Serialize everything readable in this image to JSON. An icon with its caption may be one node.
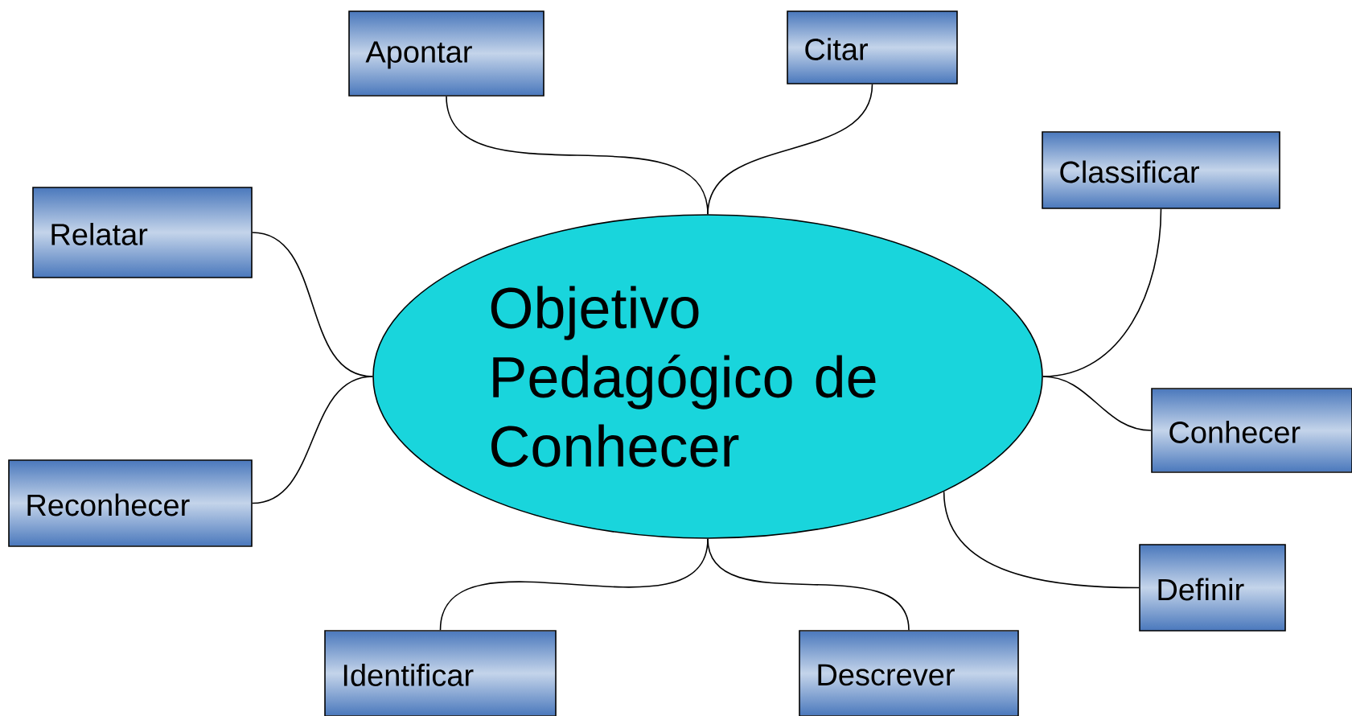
{
  "diagram": {
    "nodes": [
      {
        "text": [
          "Apontar"
        ]
      },
      {
        "text": [
          "Citar"
        ]
      },
      {
        "text": [
          "Classificar"
        ]
      },
      {
        "text": [
          "Relatar"
        ]
      },
      {
        "text": [
          "Objetivo Pedagógico de Conhecer"
        ]
      },
      {
        "text": [
          "Conhecer"
        ]
      },
      {
        "text": [
          "Reconhecer"
        ]
      },
      {
        "text": [
          "Definir"
        ]
      },
      {
        "text": [
          "Identificar"
        ]
      },
      {
        "text": [
          "Descrever"
        ]
      }
    ],
    "edges": [
      {
        "from": 4,
        "to": 0,
        "arrow": "none"
      },
      {
        "from": 4,
        "to": 1,
        "arrow": "none"
      },
      {
        "from": 4,
        "to": 2,
        "arrow": "none"
      },
      {
        "from": 4,
        "to": 3,
        "arrow": "none"
      },
      {
        "from": 4,
        "to": 5,
        "arrow": "none"
      },
      {
        "from": 4,
        "to": 6,
        "arrow": "none"
      },
      {
        "from": 4,
        "to": 7,
        "arrow": "none"
      },
      {
        "from": 4,
        "to": 8,
        "arrow": "none"
      },
      {
        "from": 4,
        "to": 9,
        "arrow": "none"
      }
    ]
  }
}
